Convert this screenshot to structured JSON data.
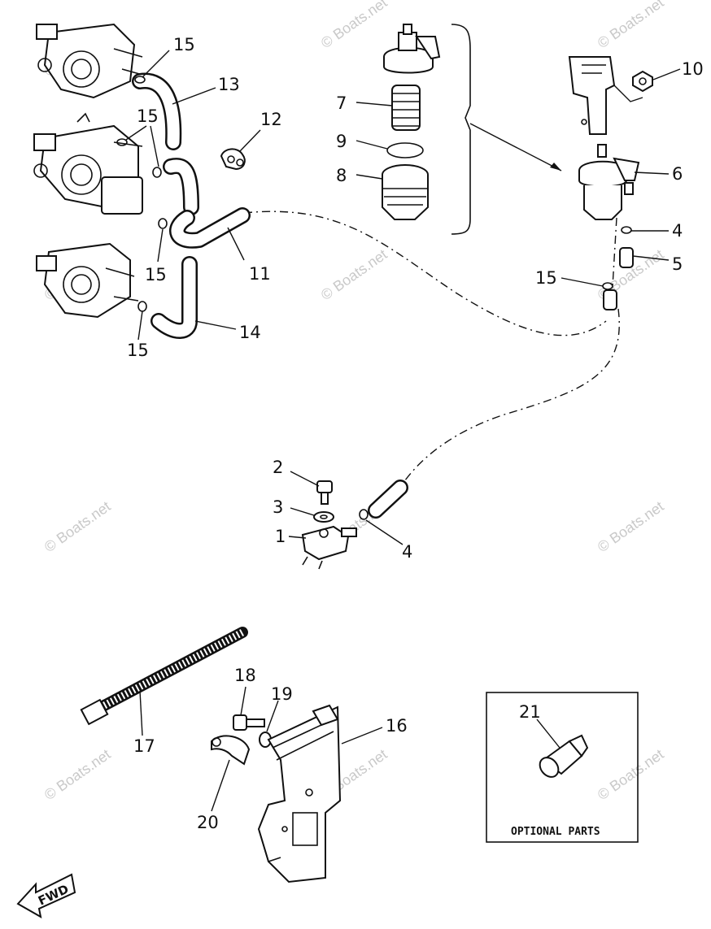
{
  "watermark": "© Boats.net",
  "callouts": {
    "c1": "1",
    "c2": "2",
    "c3": "3",
    "c4a": "4",
    "c4b": "4",
    "c5": "5",
    "c6": "6",
    "c7": "7",
    "c8": "8",
    "c9": "9",
    "c10": "10",
    "c11": "11",
    "c12": "12",
    "c13": "13",
    "c14": "14",
    "c15a": "15",
    "c15b": "15",
    "c15c": "15",
    "c15d": "15",
    "c15e": "15",
    "c16": "16",
    "c17": "17",
    "c18": "18",
    "c19": "19",
    "c20": "20",
    "c21": "21"
  },
  "optional_box": {
    "label": "OPTIONAL PARTS"
  },
  "fwd_label": "FWD"
}
